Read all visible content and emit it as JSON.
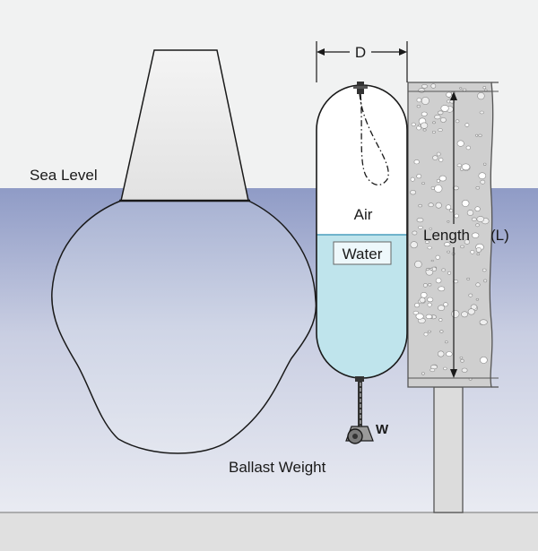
{
  "diagram": {
    "labels": {
      "sea_level": "Sea Level",
      "dimension_d": "D",
      "air": "Air",
      "water": "Water",
      "length": "Length",
      "length_symbol": "(L)",
      "ballast_weight": "Ballast Weight",
      "weight_symbol": "W"
    },
    "colors": {
      "background": "#f1f2f2",
      "sea_top": "#8f9bc6",
      "sea_bottom": "#e9ebf2",
      "hull_fill": "#c4cce0",
      "water_fill": "#bfe4ec",
      "concrete": "#cfcfcf",
      "outline": "#1a1a1a"
    }
  }
}
